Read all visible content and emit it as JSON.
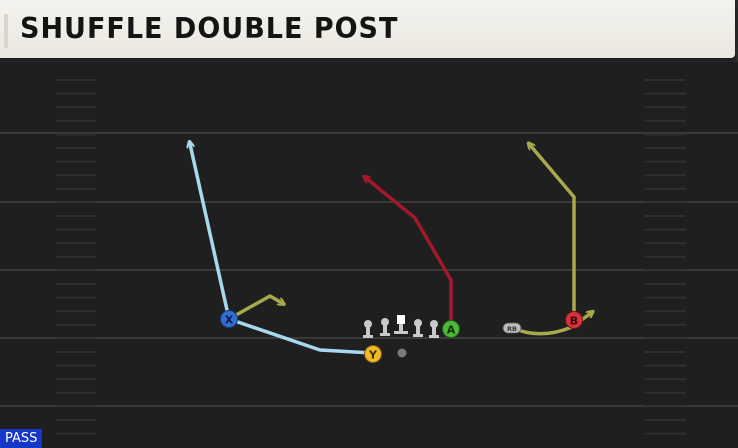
{
  "play": {
    "title": "SHUFFLE DOUBLE POST",
    "type_badge": "PASS"
  },
  "players": {
    "x": "X",
    "y": "Y",
    "a": "A",
    "b": "B",
    "rb": "RB"
  },
  "colors": {
    "x_route": "#a6d8ee",
    "y_route": "#a6d8ee",
    "a_route": "#a3182b",
    "b_route": "#a8a94a",
    "x_flat_route": "#a8a94a",
    "rb_route": "#a8a94a",
    "x_button": "#2f6fd2",
    "y_button": "#f0b92b",
    "a_button": "#4fb83a",
    "b_button": "#d8333a",
    "badge": "#1538c9"
  }
}
